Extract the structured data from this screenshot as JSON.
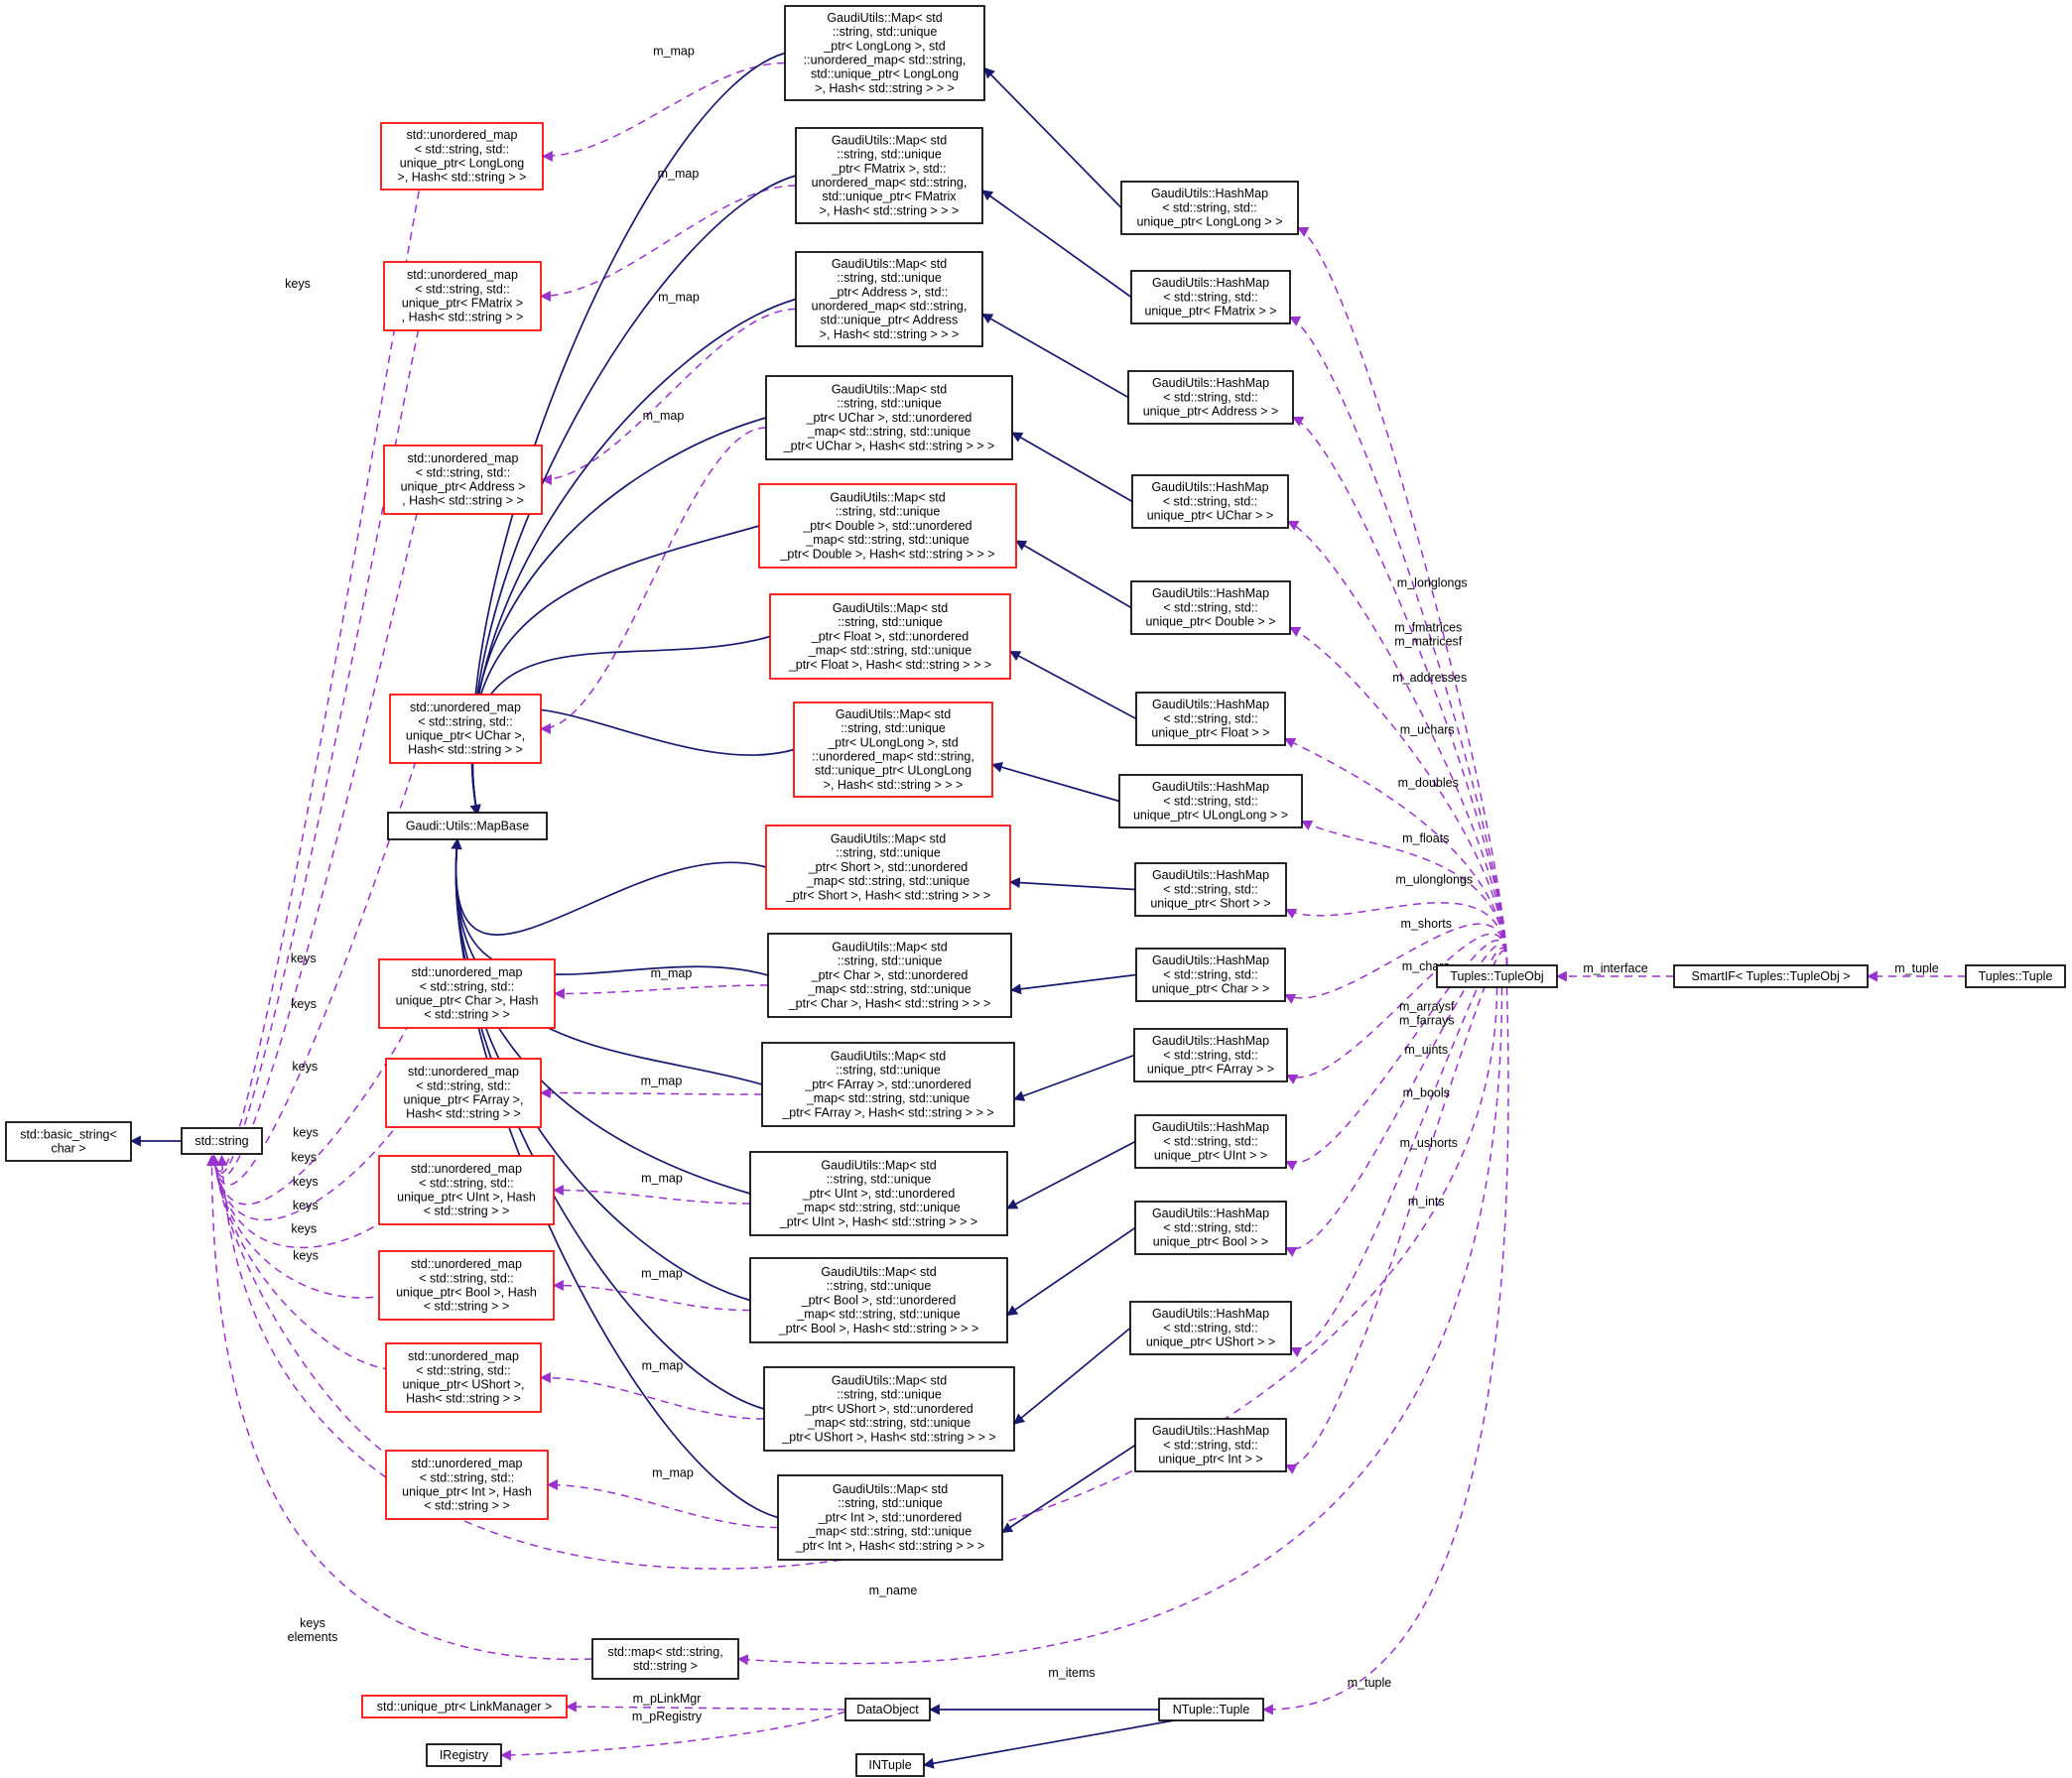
{
  "colors": {
    "box_normal": "#000000",
    "box_incomplete": "#ff0000",
    "box_highlight_fill": "#bfbfbf",
    "inheritance_edge": "#191970",
    "usage_edge": "#9a32cd"
  },
  "nodes": [
    {
      "id": "basic_string",
      "style": "normal",
      "lines": [
        "std::basic_string<",
        "char >"
      ]
    },
    {
      "id": "std_string",
      "style": "normal",
      "lines": [
        "std::string"
      ]
    },
    {
      "id": "mapbase",
      "style": "normal",
      "lines": [
        "Gaudi::Utils::MapBase"
      ]
    },
    {
      "id": "um_longlong",
      "style": "red",
      "lines": [
        "std::unordered_map",
        "< std::string, std::",
        "unique_ptr< LongLong",
        ">, Hash< std::string > >"
      ]
    },
    {
      "id": "um_fmatrix",
      "style": "red",
      "lines": [
        "std::unordered_map",
        "< std::string, std::",
        "unique_ptr< FMatrix >",
        ", Hash< std::string > >"
      ]
    },
    {
      "id": "um_address",
      "style": "red",
      "lines": [
        "std::unordered_map",
        "< std::string, std::",
        "unique_ptr< Address >",
        ", Hash< std::string > >"
      ]
    },
    {
      "id": "um_uchar",
      "style": "red",
      "lines": [
        "std::unordered_map",
        "< std::string, std::",
        "unique_ptr< UChar >,",
        "Hash< std::string > >"
      ]
    },
    {
      "id": "um_char",
      "style": "red",
      "lines": [
        "std::unordered_map",
        "< std::string, std::",
        "unique_ptr< Char >, Hash",
        "< std::string > >"
      ]
    },
    {
      "id": "um_farray",
      "style": "red",
      "lines": [
        "std::unordered_map",
        "< std::string, std::",
        "unique_ptr< FArray >,",
        "Hash< std::string > >"
      ]
    },
    {
      "id": "um_uint",
      "style": "red",
      "lines": [
        "std::unordered_map",
        "< std::string, std::",
        "unique_ptr< UInt >, Hash",
        "< std::string > >"
      ]
    },
    {
      "id": "um_bool",
      "style": "red",
      "lines": [
        "std::unordered_map",
        "< std::string, std::",
        "unique_ptr< Bool >, Hash",
        "< std::string > >"
      ]
    },
    {
      "id": "um_ushort",
      "style": "red",
      "lines": [
        "std::unordered_map",
        "< std::string, std::",
        "unique_ptr< UShort >,",
        "Hash< std::string > >"
      ]
    },
    {
      "id": "um_int",
      "style": "red",
      "lines": [
        "std::unordered_map",
        "< std::string, std::",
        "unique_ptr< Int >, Hash",
        "< std::string > >"
      ]
    },
    {
      "id": "map_longlong",
      "style": "normal",
      "lines": [
        "GaudiUtils::Map< std",
        "::string, std::unique",
        "_ptr< LongLong >, std",
        "::unordered_map< std::string,",
        "std::unique_ptr< LongLong",
        ">, Hash< std::string > > >"
      ]
    },
    {
      "id": "map_fmatrix",
      "style": "normal",
      "lines": [
        "GaudiUtils::Map< std",
        "::string, std::unique",
        "_ptr< FMatrix >, std::",
        "unordered_map< std::string,",
        "std::unique_ptr< FMatrix",
        ">, Hash< std::string > > >"
      ]
    },
    {
      "id": "map_address",
      "style": "normal",
      "lines": [
        "GaudiUtils::Map< std",
        "::string, std::unique",
        "_ptr< Address >, std::",
        "unordered_map< std::string,",
        "std::unique_ptr< Address",
        ">, Hash< std::string > > >"
      ]
    },
    {
      "id": "map_uchar",
      "style": "normal",
      "lines": [
        "GaudiUtils::Map< std",
        "::string, std::unique",
        "_ptr< UChar >, std::unordered",
        "_map< std::string, std::unique",
        "_ptr< UChar >, Hash< std::string > > >"
      ]
    },
    {
      "id": "map_double",
      "style": "red",
      "lines": [
        "GaudiUtils::Map< std",
        "::string, std::unique",
        "_ptr< Double >, std::unordered",
        "_map< std::string, std::unique",
        "_ptr< Double >, Hash< std::string > > >"
      ]
    },
    {
      "id": "map_float",
      "style": "red",
      "lines": [
        "GaudiUtils::Map< std",
        "::string, std::unique",
        "_ptr< Float >, std::unordered",
        "_map< std::string, std::unique",
        "_ptr< Float >, Hash< std::string > > >"
      ]
    },
    {
      "id": "map_ulonglong",
      "style": "red",
      "lines": [
        "GaudiUtils::Map< std",
        "::string, std::unique",
        "_ptr< ULongLong >, std",
        "::unordered_map< std::string,",
        "std::unique_ptr< ULongLong",
        ">, Hash< std::string > > >"
      ]
    },
    {
      "id": "map_short",
      "style": "red",
      "lines": [
        "GaudiUtils::Map< std",
        "::string, std::unique",
        "_ptr< Short >, std::unordered",
        "_map< std::string, std::unique",
        "_ptr< Short >, Hash< std::string > > >"
      ]
    },
    {
      "id": "map_char",
      "style": "normal",
      "lines": [
        "GaudiUtils::Map< std",
        "::string, std::unique",
        "_ptr< Char >, std::unordered",
        "_map< std::string, std::unique",
        "_ptr< Char >, Hash< std::string > > >"
      ]
    },
    {
      "id": "map_farray",
      "style": "normal",
      "lines": [
        "GaudiUtils::Map< std",
        "::string, std::unique",
        "_ptr< FArray >, std::unordered",
        "_map< std::string, std::unique",
        "_ptr< FArray >, Hash< std::string > > >"
      ]
    },
    {
      "id": "map_uint",
      "style": "normal",
      "lines": [
        "GaudiUtils::Map< std",
        "::string, std::unique",
        "_ptr< UInt >, std::unordered",
        "_map< std::string, std::unique",
        "_ptr< UInt >, Hash< std::string > > >"
      ]
    },
    {
      "id": "map_bool",
      "style": "normal",
      "lines": [
        "GaudiUtils::Map< std",
        "::string, std::unique",
        "_ptr< Bool >, std::unordered",
        "_map< std::string, std::unique",
        "_ptr< Bool >, Hash< std::string > > >"
      ]
    },
    {
      "id": "map_ushort",
      "style": "normal",
      "lines": [
        "GaudiUtils::Map< std",
        "::string, std::unique",
        "_ptr< UShort >, std::unordered",
        "_map< std::string, std::unique",
        "_ptr< UShort >, Hash< std::string > > >"
      ]
    },
    {
      "id": "map_int",
      "style": "normal",
      "lines": [
        "GaudiUtils::Map< std",
        "::string, std::unique",
        "_ptr< Int >, std::unordered",
        "_map< std::string, std::unique",
        "_ptr< Int >, Hash< std::string > > >"
      ]
    },
    {
      "id": "hm_longlong",
      "style": "normal",
      "lines": [
        "GaudiUtils::HashMap",
        "< std::string, std::",
        "unique_ptr< LongLong > >"
      ]
    },
    {
      "id": "hm_fmatrix",
      "style": "normal",
      "lines": [
        "GaudiUtils::HashMap",
        "< std::string, std::",
        "unique_ptr< FMatrix > >"
      ]
    },
    {
      "id": "hm_address",
      "style": "normal",
      "lines": [
        "GaudiUtils::HashMap",
        "< std::string, std::",
        "unique_ptr< Address > >"
      ]
    },
    {
      "id": "hm_uchar",
      "style": "normal",
      "lines": [
        "GaudiUtils::HashMap",
        "< std::string, std::",
        "unique_ptr< UChar > >"
      ]
    },
    {
      "id": "hm_double",
      "style": "normal",
      "lines": [
        "GaudiUtils::HashMap",
        "< std::string, std::",
        "unique_ptr< Double > >"
      ]
    },
    {
      "id": "hm_float",
      "style": "normal",
      "lines": [
        "GaudiUtils::HashMap",
        "< std::string, std::",
        "unique_ptr< Float > >"
      ]
    },
    {
      "id": "hm_ulonglong",
      "style": "normal",
      "lines": [
        "GaudiUtils::HashMap",
        "< std::string, std::",
        "unique_ptr< ULongLong > >"
      ]
    },
    {
      "id": "hm_short",
      "style": "normal",
      "lines": [
        "GaudiUtils::HashMap",
        "< std::string, std::",
        "unique_ptr< Short > >"
      ]
    },
    {
      "id": "hm_char",
      "style": "normal",
      "lines": [
        "GaudiUtils::HashMap",
        "< std::string, std::",
        "unique_ptr< Char > >"
      ]
    },
    {
      "id": "hm_farray",
      "style": "normal",
      "lines": [
        "GaudiUtils::HashMap",
        "< std::string, std::",
        "unique_ptr< FArray > >"
      ]
    },
    {
      "id": "hm_uint",
      "style": "normal",
      "lines": [
        "GaudiUtils::HashMap",
        "< std::string, std::",
        "unique_ptr< UInt > >"
      ]
    },
    {
      "id": "hm_bool",
      "style": "normal",
      "lines": [
        "GaudiUtils::HashMap",
        "< std::string, std::",
        "unique_ptr< Bool > >"
      ]
    },
    {
      "id": "hm_ushort",
      "style": "normal",
      "lines": [
        "GaudiUtils::HashMap",
        "< std::string, std::",
        "unique_ptr< UShort > >"
      ]
    },
    {
      "id": "hm_int",
      "style": "normal",
      "lines": [
        "GaudiUtils::HashMap",
        "< std::string, std::",
        "unique_ptr< Int > >"
      ]
    },
    {
      "id": "tupleobj",
      "style": "normal",
      "lines": [
        "Tuples::TupleObj"
      ]
    },
    {
      "id": "smartif",
      "style": "normal",
      "lines": [
        "SmartIF< Tuples::TupleObj >"
      ]
    },
    {
      "id": "tuple",
      "style": "highlight",
      "lines": [
        "Tuples::Tuple"
      ]
    },
    {
      "id": "std_map",
      "style": "normal",
      "lines": [
        "std::map< std::string,",
        "std::string >"
      ]
    },
    {
      "id": "uptr_linkmgr",
      "style": "red",
      "lines": [
        "std::unique_ptr< LinkManager >"
      ]
    },
    {
      "id": "dataobject",
      "style": "normal",
      "lines": [
        "DataObject"
      ]
    },
    {
      "id": "ntuple_tuple",
      "style": "normal",
      "lines": [
        "NTuple::Tuple"
      ]
    },
    {
      "id": "iregistry",
      "style": "normal",
      "lines": [
        "IRegistry"
      ]
    },
    {
      "id": "intuple",
      "style": "normal",
      "lines": [
        "INTuple"
      ]
    }
  ],
  "edges": [
    {
      "from": "std_string",
      "to": "basic_string",
      "kind": "inheritance",
      "label": ""
    },
    {
      "from": "um_longlong",
      "to": "std_string",
      "kind": "usage",
      "label": "keys"
    },
    {
      "from": "um_fmatrix",
      "to": "std_string",
      "kind": "usage",
      "label": "keys"
    },
    {
      "from": "um_address",
      "to": "std_string",
      "kind": "usage",
      "label": "keys"
    },
    {
      "from": "um_uchar",
      "to": "std_string",
      "kind": "usage",
      "label": "keys"
    },
    {
      "from": "um_char",
      "to": "std_string",
      "kind": "usage",
      "label": "keys"
    },
    {
      "from": "um_farray",
      "to": "std_string",
      "kind": "usage",
      "label": "keys"
    },
    {
      "from": "um_uint",
      "to": "std_string",
      "kind": "usage",
      "label": "keys"
    },
    {
      "from": "um_bool",
      "to": "std_string",
      "kind": "usage",
      "label": "keys"
    },
    {
      "from": "um_ushort",
      "to": "std_string",
      "kind": "usage",
      "label": "keys"
    },
    {
      "from": "um_int",
      "to": "std_string",
      "kind": "usage",
      "label": "keys"
    },
    {
      "from": "map_longlong",
      "to": "um_longlong",
      "kind": "usage",
      "label": "m_map"
    },
    {
      "from": "map_fmatrix",
      "to": "um_fmatrix",
      "kind": "usage",
      "label": "m_map"
    },
    {
      "from": "map_address",
      "to": "um_address",
      "kind": "usage",
      "label": "m_map"
    },
    {
      "from": "map_uchar",
      "to": "um_uchar",
      "kind": "usage",
      "label": "m_map"
    },
    {
      "from": "map_char",
      "to": "um_char",
      "kind": "usage",
      "label": "m_map"
    },
    {
      "from": "map_farray",
      "to": "um_farray",
      "kind": "usage",
      "label": "m_map"
    },
    {
      "from": "map_uint",
      "to": "um_uint",
      "kind": "usage",
      "label": "m_map"
    },
    {
      "from": "map_bool",
      "to": "um_bool",
      "kind": "usage",
      "label": "m_map"
    },
    {
      "from": "map_ushort",
      "to": "um_ushort",
      "kind": "usage",
      "label": "m_map"
    },
    {
      "from": "map_int",
      "to": "um_int",
      "kind": "usage",
      "label": "m_map"
    },
    {
      "from": "map_longlong",
      "to": "mapbase",
      "kind": "inheritance",
      "label": ""
    },
    {
      "from": "map_fmatrix",
      "to": "mapbase",
      "kind": "inheritance",
      "label": ""
    },
    {
      "from": "map_address",
      "to": "mapbase",
      "kind": "inheritance",
      "label": ""
    },
    {
      "from": "map_uchar",
      "to": "mapbase",
      "kind": "inheritance",
      "label": ""
    },
    {
      "from": "map_double",
      "to": "mapbase",
      "kind": "inheritance",
      "label": ""
    },
    {
      "from": "map_float",
      "to": "mapbase",
      "kind": "inheritance",
      "label": ""
    },
    {
      "from": "map_ulonglong",
      "to": "mapbase",
      "kind": "inheritance",
      "label": ""
    },
    {
      "from": "map_short",
      "to": "mapbase",
      "kind": "inheritance",
      "label": ""
    },
    {
      "from": "map_char",
      "to": "mapbase",
      "kind": "inheritance",
      "label": ""
    },
    {
      "from": "map_farray",
      "to": "mapbase",
      "kind": "inheritance",
      "label": ""
    },
    {
      "from": "map_uint",
      "to": "mapbase",
      "kind": "inheritance",
      "label": ""
    },
    {
      "from": "map_bool",
      "to": "mapbase",
      "kind": "inheritance",
      "label": ""
    },
    {
      "from": "map_ushort",
      "to": "mapbase",
      "kind": "inheritance",
      "label": ""
    },
    {
      "from": "map_int",
      "to": "mapbase",
      "kind": "inheritance",
      "label": ""
    },
    {
      "from": "hm_longlong",
      "to": "map_longlong",
      "kind": "inheritance",
      "label": ""
    },
    {
      "from": "hm_fmatrix",
      "to": "map_fmatrix",
      "kind": "inheritance",
      "label": ""
    },
    {
      "from": "hm_address",
      "to": "map_address",
      "kind": "inheritance",
      "label": ""
    },
    {
      "from": "hm_uchar",
      "to": "map_uchar",
      "kind": "inheritance",
      "label": ""
    },
    {
      "from": "hm_double",
      "to": "map_double",
      "kind": "inheritance",
      "label": ""
    },
    {
      "from": "hm_float",
      "to": "map_float",
      "kind": "inheritance",
      "label": ""
    },
    {
      "from": "hm_ulonglong",
      "to": "map_ulonglong",
      "kind": "inheritance",
      "label": ""
    },
    {
      "from": "hm_short",
      "to": "map_short",
      "kind": "inheritance",
      "label": ""
    },
    {
      "from": "hm_char",
      "to": "map_char",
      "kind": "inheritance",
      "label": ""
    },
    {
      "from": "hm_farray",
      "to": "map_farray",
      "kind": "inheritance",
      "label": ""
    },
    {
      "from": "hm_uint",
      "to": "map_uint",
      "kind": "inheritance",
      "label": ""
    },
    {
      "from": "hm_bool",
      "to": "map_bool",
      "kind": "inheritance",
      "label": ""
    },
    {
      "from": "hm_ushort",
      "to": "map_ushort",
      "kind": "inheritance",
      "label": ""
    },
    {
      "from": "hm_int",
      "to": "map_int",
      "kind": "inheritance",
      "label": ""
    },
    {
      "from": "tupleobj",
      "to": "hm_longlong",
      "kind": "usage",
      "label": "m_longlongs"
    },
    {
      "from": "tupleobj",
      "to": "hm_fmatrix",
      "kind": "usage",
      "label": "m_fmatrices\nm_matricesf"
    },
    {
      "from": "tupleobj",
      "to": "hm_address",
      "kind": "usage",
      "label": "m_addresses"
    },
    {
      "from": "tupleobj",
      "to": "hm_uchar",
      "kind": "usage",
      "label": "m_uchars"
    },
    {
      "from": "tupleobj",
      "to": "hm_double",
      "kind": "usage",
      "label": "m_doubles"
    },
    {
      "from": "tupleobj",
      "to": "hm_float",
      "kind": "usage",
      "label": "m_floats"
    },
    {
      "from": "tupleobj",
      "to": "hm_ulonglong",
      "kind": "usage",
      "label": "m_ulonglongs"
    },
    {
      "from": "tupleobj",
      "to": "hm_short",
      "kind": "usage",
      "label": "m_shorts"
    },
    {
      "from": "tupleobj",
      "to": "hm_char",
      "kind": "usage",
      "label": "m_chars"
    },
    {
      "from": "tupleobj",
      "to": "hm_farray",
      "kind": "usage",
      "label": "m_arraysf\nm_farrays"
    },
    {
      "from": "tupleobj",
      "to": "hm_uint",
      "kind": "usage",
      "label": "m_uints"
    },
    {
      "from": "tupleobj",
      "to": "hm_bool",
      "kind": "usage",
      "label": "m_bools"
    },
    {
      "from": "tupleobj",
      "to": "hm_ushort",
      "kind": "usage",
      "label": "m_ushorts"
    },
    {
      "from": "tupleobj",
      "to": "hm_int",
      "kind": "usage",
      "label": "m_ints"
    },
    {
      "from": "tupleobj",
      "to": "std_string",
      "kind": "usage",
      "label": "m_name"
    },
    {
      "from": "tupleobj",
      "to": "std_map",
      "kind": "usage",
      "label": "m_items"
    },
    {
      "from": "tupleobj",
      "to": "ntuple_tuple",
      "kind": "usage",
      "label": "m_tuple"
    },
    {
      "from": "smartif",
      "to": "tupleobj",
      "kind": "usage",
      "label": "m_interface"
    },
    {
      "from": "tuple",
      "to": "smartif",
      "kind": "usage",
      "label": "m_tuple"
    },
    {
      "from": "std_map",
      "to": "std_string",
      "kind": "usage",
      "label": "keys\nelements"
    },
    {
      "from": "dataobject",
      "to": "uptr_linkmgr",
      "kind": "usage",
      "label": "m_pLinkMgr"
    },
    {
      "from": "dataobject",
      "to": "iregistry",
      "kind": "usage",
      "label": "m_pRegistry"
    },
    {
      "from": "ntuple_tuple",
      "to": "dataobject",
      "kind": "inheritance",
      "label": ""
    },
    {
      "from": "ntuple_tuple",
      "to": "intuple",
      "kind": "inheritance",
      "label": ""
    }
  ]
}
